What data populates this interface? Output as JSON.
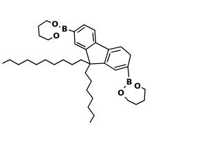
{
  "molecule": {
    "atoms": {
      "boron_top": "B",
      "oxygen_top_upper": "O",
      "oxygen_top_lower": "O",
      "boron_bottom": "B",
      "oxygen_bottom_left": "O",
      "oxygen_bottom_right": "O"
    }
  }
}
